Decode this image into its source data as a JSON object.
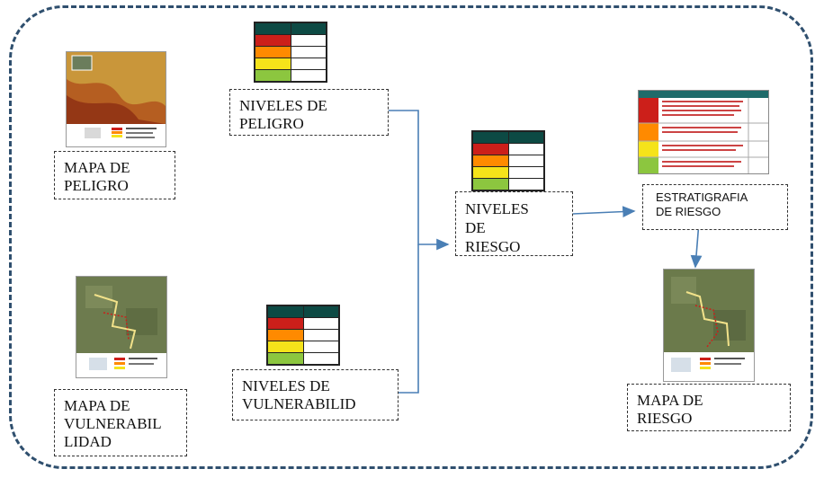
{
  "colors": {
    "frame": "#2f4f6e",
    "connector": "#4a7fb5",
    "level_header": "#0d4a44",
    "level_rows": [
      "#cc1f1a",
      "#ff8a00",
      "#f5e31a",
      "#8cc63f"
    ]
  },
  "nodes": {
    "mapa_peligro": "MAPA DE\nPELIGRO",
    "niveles_peligro": "NIVELES DE\nPELIGRO",
    "niveles_riesgo": "NIVELES\nDE\nRIESGO",
    "estratigrafia": "ESTRATIGRAFIA\nDE RIESGO",
    "mapa_vulnerabilidad": "MAPA DE\nVULNERABIL\nLIDAD",
    "niveles_vulnerabilidad": "NIVELES DE\nVULNERABILID",
    "mapa_riesgo": "MAPA DE\nRIESGO"
  },
  "icons": {
    "hazard_map": "hazard-map-thumbnail-icon",
    "vulnerability_map": "vulnerability-map-thumbnail-icon",
    "risk_map": "risk-map-thumbnail-icon",
    "stratigraphy_table": "risk-stratigraphy-table-icon",
    "level_table": "level-table-icon"
  }
}
